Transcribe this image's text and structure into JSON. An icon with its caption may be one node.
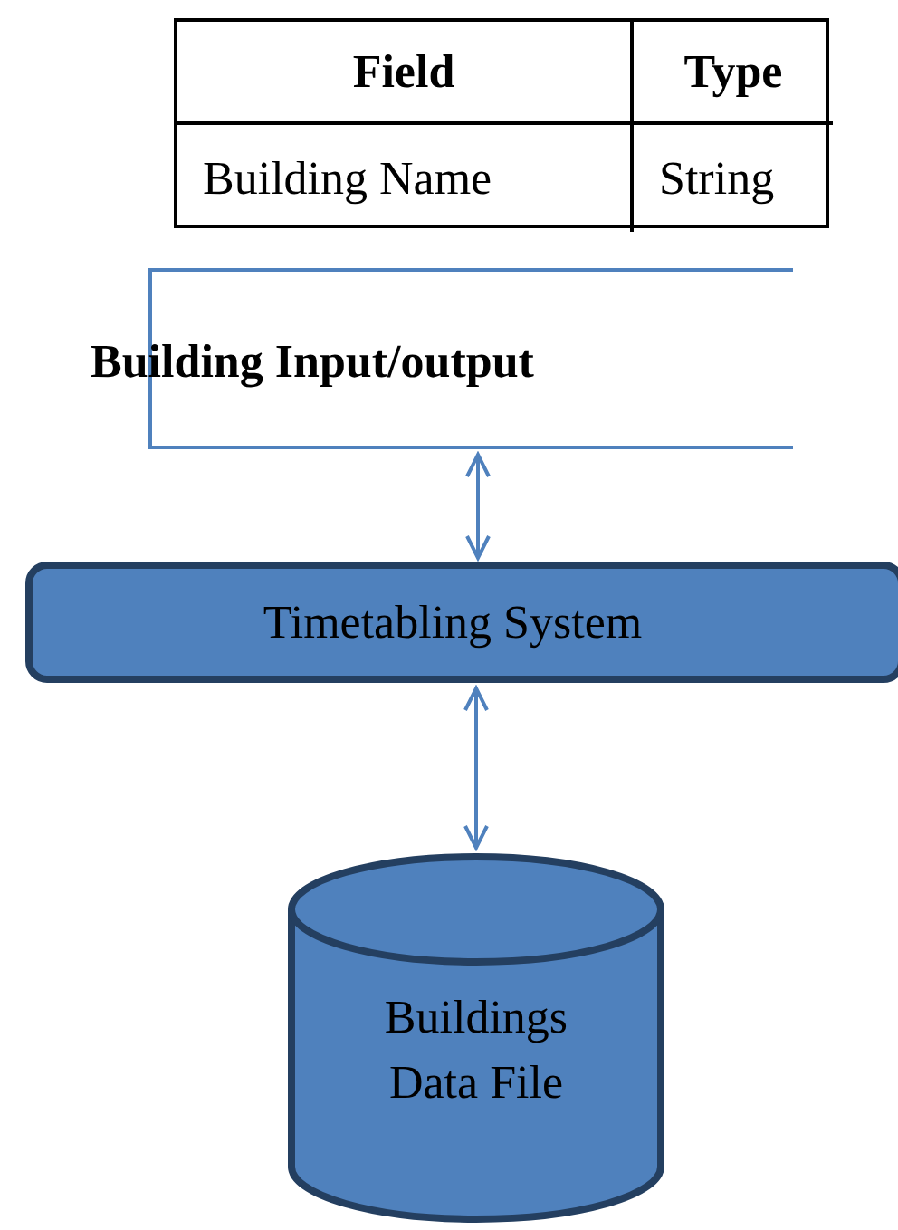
{
  "diagram": {
    "nodes": [
      {
        "text": [
          "Building Input/output"
        ]
      },
      {
        "text": [
          "Timetabling System"
        ]
      },
      {
        "text": [
          "Buildings Data File"
        ]
      }
    ],
    "edges": [
      {
        "from": 0,
        "to": 1,
        "arrow": "both"
      },
      {
        "from": 1,
        "to": 2,
        "arrow": "both"
      }
    ],
    "labels": [
      "Field",
      "Type",
      "Building Name",
      "String"
    ]
  }
}
